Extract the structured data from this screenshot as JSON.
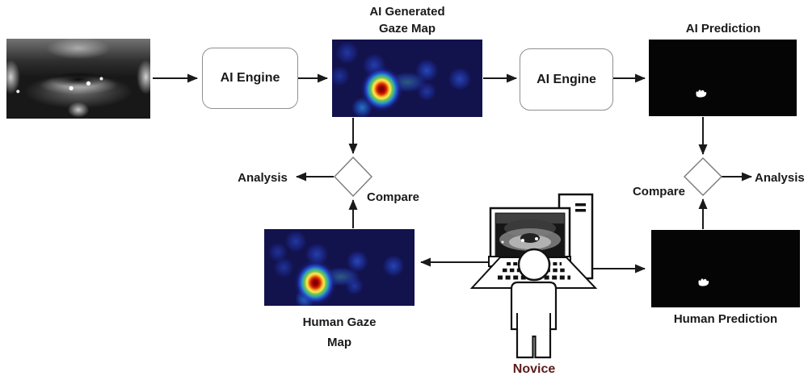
{
  "colors": {
    "line": "#1a1a1a",
    "box-border": "#8f8f8f",
    "heatmap-bg": "#12124d",
    "novice-text": "#5c1c1c"
  },
  "pipeline": {
    "ai_engine_left": "AI Engine",
    "ai_engine_right": "AI Engine",
    "ai_gaze_map_title_line1": "AI Generated",
    "ai_gaze_map_title_line2": "Gaze Map",
    "ai_prediction_title": "AI Prediction",
    "human_gaze_map_title_line1": "Human Gaze",
    "human_gaze_map_title_line2": "Map",
    "human_prediction_title": "Human Prediction",
    "novice_label": "Novice"
  },
  "compare_left": {
    "label": "Compare",
    "output": "Analysis"
  },
  "compare_right": {
    "label": "Compare",
    "output": "Analysis"
  }
}
